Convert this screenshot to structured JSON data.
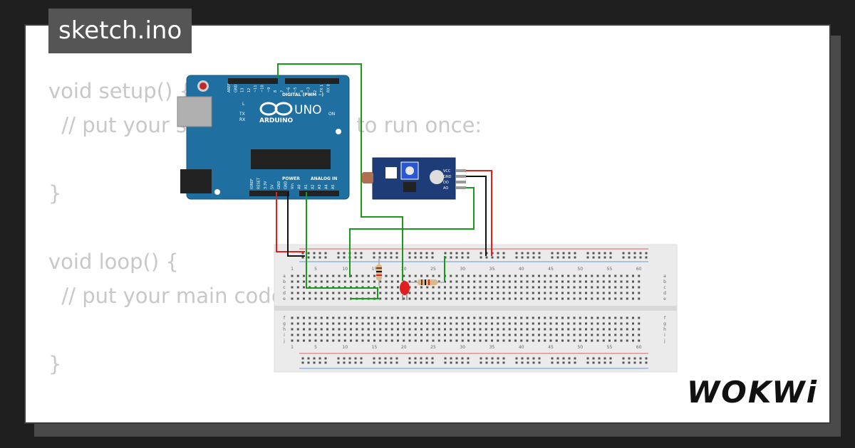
{
  "tab": {
    "label": "sketch.ino"
  },
  "code_lines": [
    "void setup() {",
    "  // put your setup code here, to run once:",
    "",
    "}",
    "",
    "void loop() {",
    "  // put your main code here, to run repeatedly:",
    "",
    "}"
  ],
  "logo": "WOKWi",
  "arduino": {
    "brand": "ARDUINO",
    "model": "UNO",
    "digital_label": "DIGITAL (PWM ~)",
    "power_label": "POWER",
    "analog_label": "ANALOG IN",
    "led_labels": [
      "L",
      "TX",
      "RX",
      "ON"
    ],
    "top_pins": [
      "AREF",
      "GND",
      "13",
      "12",
      "~11",
      "~10",
      "~9",
      "8",
      "7",
      "~6",
      "~5",
      "4",
      "~3",
      "2",
      "TX 1",
      "RX 0"
    ],
    "bottom_pins": [
      "IOREF",
      "RESET",
      "3.3V",
      "5V",
      "GND",
      "GND",
      "Vin",
      "A0",
      "A1",
      "A2",
      "A3",
      "A4",
      "A5"
    ]
  },
  "sensor": {
    "pins": [
      "VCC",
      "GND",
      "DO",
      "AO"
    ]
  },
  "breadboard": {
    "column_numbers": [
      "1",
      "5",
      "10",
      "15",
      "20",
      "25",
      "30",
      "35",
      "40",
      "45",
      "50",
      "55",
      "60"
    ],
    "top_rows": [
      "a",
      "b",
      "c",
      "d",
      "e"
    ],
    "bottom_rows": [
      "f",
      "g",
      "h",
      "i",
      "j"
    ]
  },
  "colors": {
    "board": "#1f6fa0",
    "sensor": "#1e3c78",
    "wire_green": "#1a9a1a",
    "wire_red": "#e02020",
    "wire_black": "#111111",
    "led": "#e02020"
  }
}
